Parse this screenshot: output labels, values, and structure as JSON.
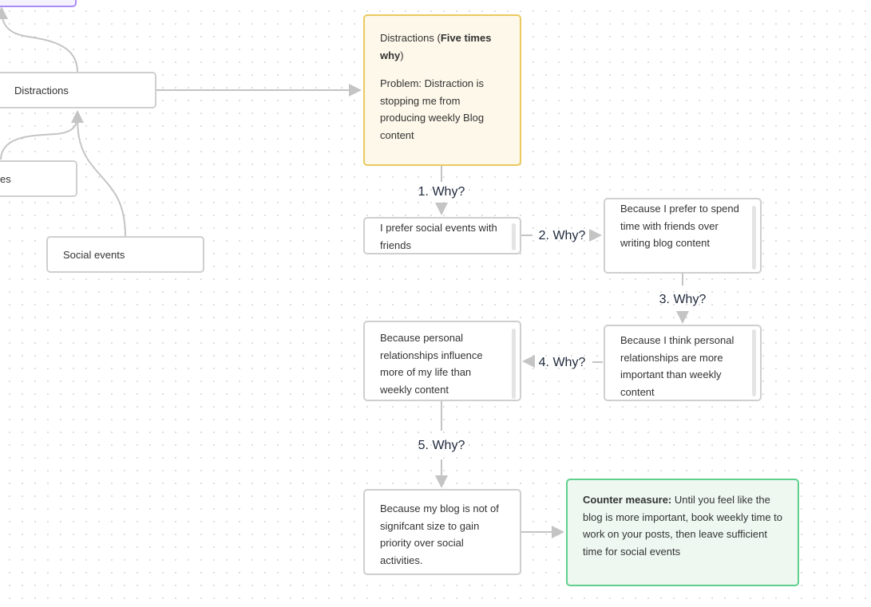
{
  "nodes": {
    "distractions": "Distractions",
    "partial_left": "es",
    "social_events": "Social events",
    "problem": {
      "title_plain": "Distractions (",
      "title_bold": "Five times why",
      "title_end": ")",
      "body": "Problem: Distraction is stopping me from producing weekly Blog content"
    },
    "why1_answer": "I prefer social events with friends",
    "why2_answer": "Because I prefer to spend time with friends over writing blog content",
    "why3_answer": "Because I think personal relationships are more important than weekly content",
    "why4_answer": "Because personal relationships influence more of my life than weekly content",
    "why5_answer": "Because my blog is not of signifcant size to gain priority over social activities.",
    "counter_measure": {
      "label": "Counter measure:",
      "text": " Until you feel like the blog is more important, book weekly time to work on your posts, then leave sufficient time for social events"
    }
  },
  "edge_labels": [
    "1. Why?",
    "2. Why?",
    "3. Why?",
    "4. Why?",
    "5. Why?"
  ],
  "colors": {
    "connector": "#c4c4c4",
    "problem_border": "#ebc95e",
    "counter_border": "#5fcf8c",
    "purple_border": "#a98cf5"
  }
}
